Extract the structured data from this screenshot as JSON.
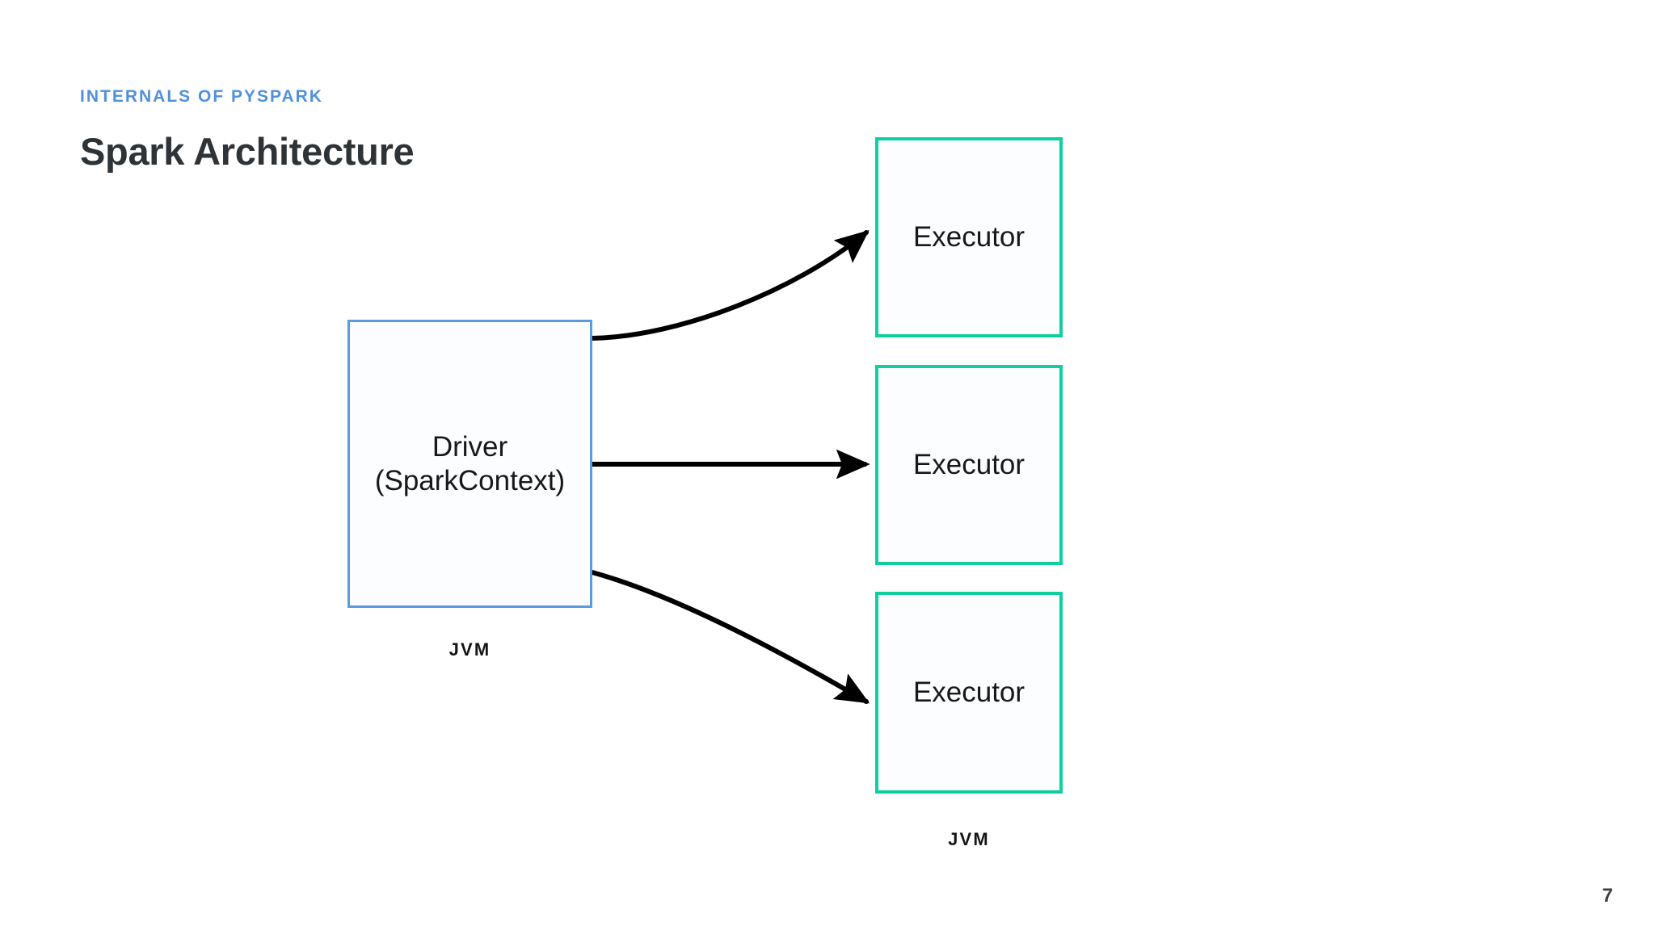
{
  "slide": {
    "eyebrow": "INTERNALS OF PYSPARK",
    "title": "Spark Architecture",
    "page_number": "7",
    "background_color": "#FFFFFF"
  },
  "colors": {
    "eyebrow_blue": "#5091DC",
    "title_charcoal": "#2E3338",
    "driver_border_blue": "#5B9BE0",
    "executor_border_teal": "#0FCFA0",
    "arrow_black": "#000000",
    "node_fill": "#FCFDFE"
  },
  "diagram": {
    "type": "architecture-block-diagram",
    "driver": {
      "label": "Driver\n(SparkContext)",
      "line1": "Driver",
      "line2": "(SparkContext)",
      "runtime_label": "JVM"
    },
    "executors": [
      {
        "label": "Executor"
      },
      {
        "label": "Executor"
      },
      {
        "label": "Executor"
      }
    ],
    "executor_runtime_label": "JVM",
    "connections": [
      {
        "from": "driver",
        "to": "executor-1",
        "style": "curved-arrow"
      },
      {
        "from": "driver",
        "to": "executor-2",
        "style": "straight-arrow"
      },
      {
        "from": "driver",
        "to": "executor-3",
        "style": "curved-arrow"
      }
    ]
  }
}
